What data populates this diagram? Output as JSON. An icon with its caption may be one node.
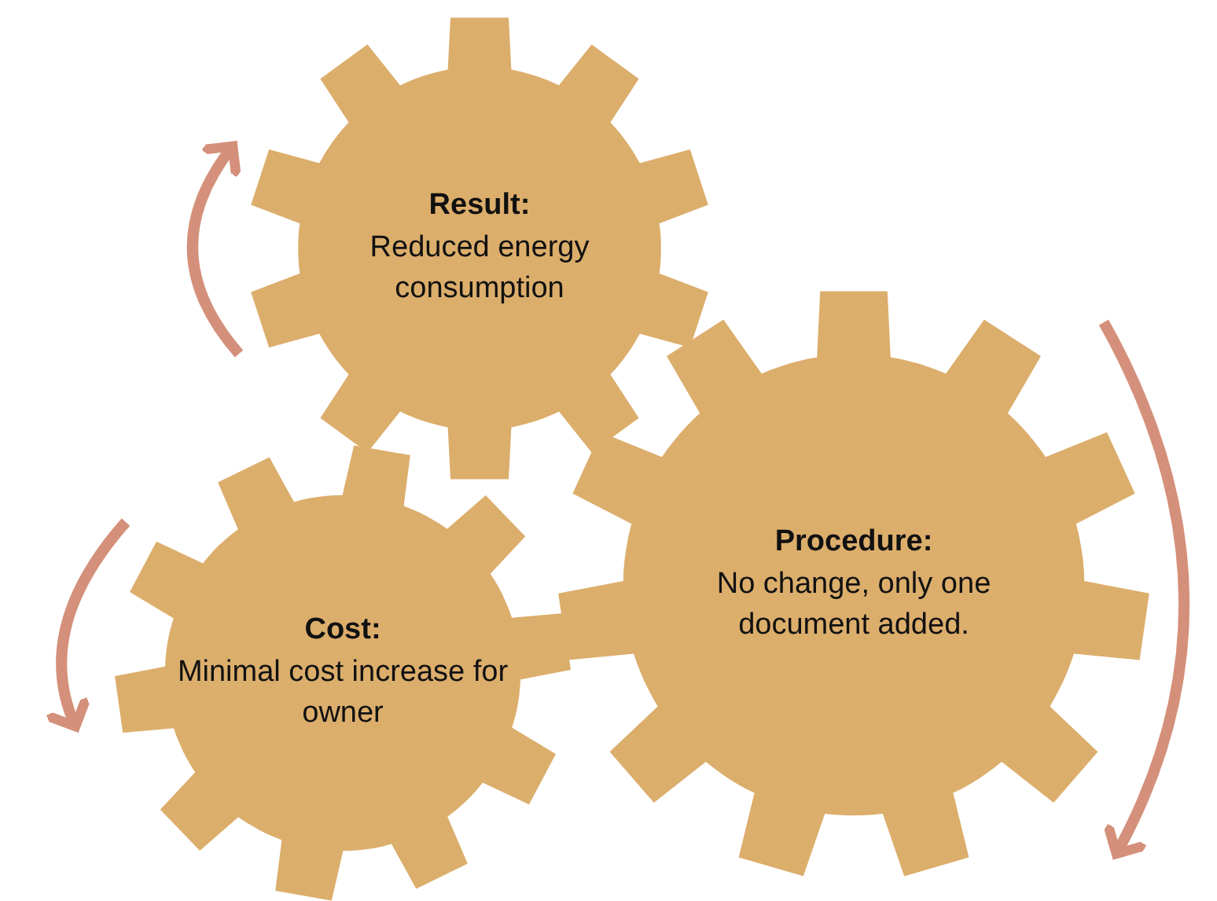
{
  "diagram": {
    "nodes": [
      {
        "text": [
          "Result:",
          "Reduced energy consumption"
        ]
      },
      {
        "text": [
          "Cost:",
          "Minimal cost increase for owner"
        ]
      },
      {
        "text": [
          "Procedure:",
          "No change, only one document added."
        ]
      }
    ]
  }
}
